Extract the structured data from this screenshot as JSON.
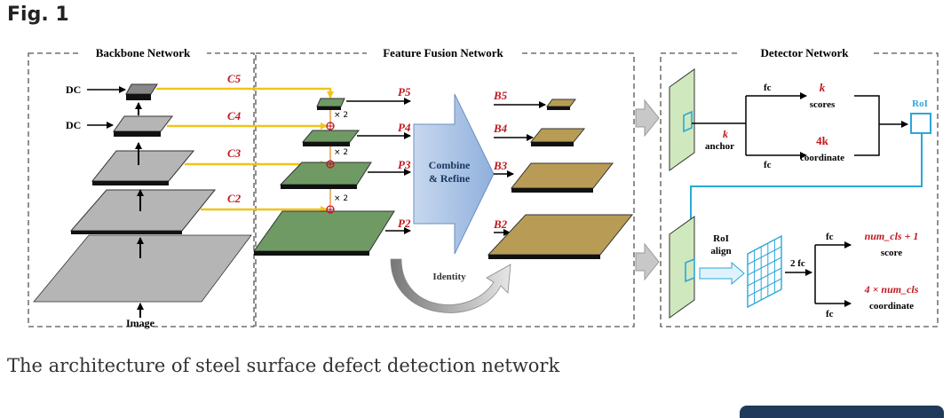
{
  "figure": {
    "label": "Fig. 1",
    "caption": "The architecture of steel surface defect detection network"
  },
  "sections": {
    "backbone": "Backbone Network",
    "fusion": "Feature Fusion Network",
    "detector": "Detector Network"
  },
  "backbone": {
    "dc_top": "DC",
    "dc_second": "DC",
    "image_label": "Image",
    "c_labels": [
      "C5",
      "C4",
      "C3",
      "C2"
    ]
  },
  "fusion": {
    "p_labels": [
      "P5",
      "P4",
      "P3",
      "P2"
    ],
    "b_labels": [
      "B5",
      "B4",
      "B3",
      "B2"
    ],
    "upsample": [
      "× 2",
      "× 2",
      "× 2"
    ],
    "combine_line1": "Combine",
    "combine_line2": "& Refine",
    "identity": "Identity"
  },
  "detector": {
    "fc_top": "fc",
    "fc_bottom": "fc",
    "k_anchor": "k",
    "anchor": "anchor",
    "k_scores": "k",
    "scores": "scores",
    "k4_coord": "4k",
    "coordinate": "coordinate",
    "roi": "RoI",
    "roi_align_1": "RoI",
    "roi_align_2": "align",
    "two_fc": "2 fc",
    "fc_score": "fc",
    "fc_coord": "fc",
    "num_cls_score": "num_cls + 1",
    "score": "score",
    "num_cls_coord": "4 × num_cls",
    "coordinate2": "coordinate"
  },
  "colors": {
    "accent_red": "#c0191f",
    "yellow_line": "#f0c419",
    "green_layer": "#6f9a64",
    "tan_layer": "#b89c55",
    "gray_layer": "#b5b5b5",
    "blue_arrow": "#a9c3e6",
    "cyan": "#2aa7d9",
    "light_green": "#cfe8bd"
  }
}
